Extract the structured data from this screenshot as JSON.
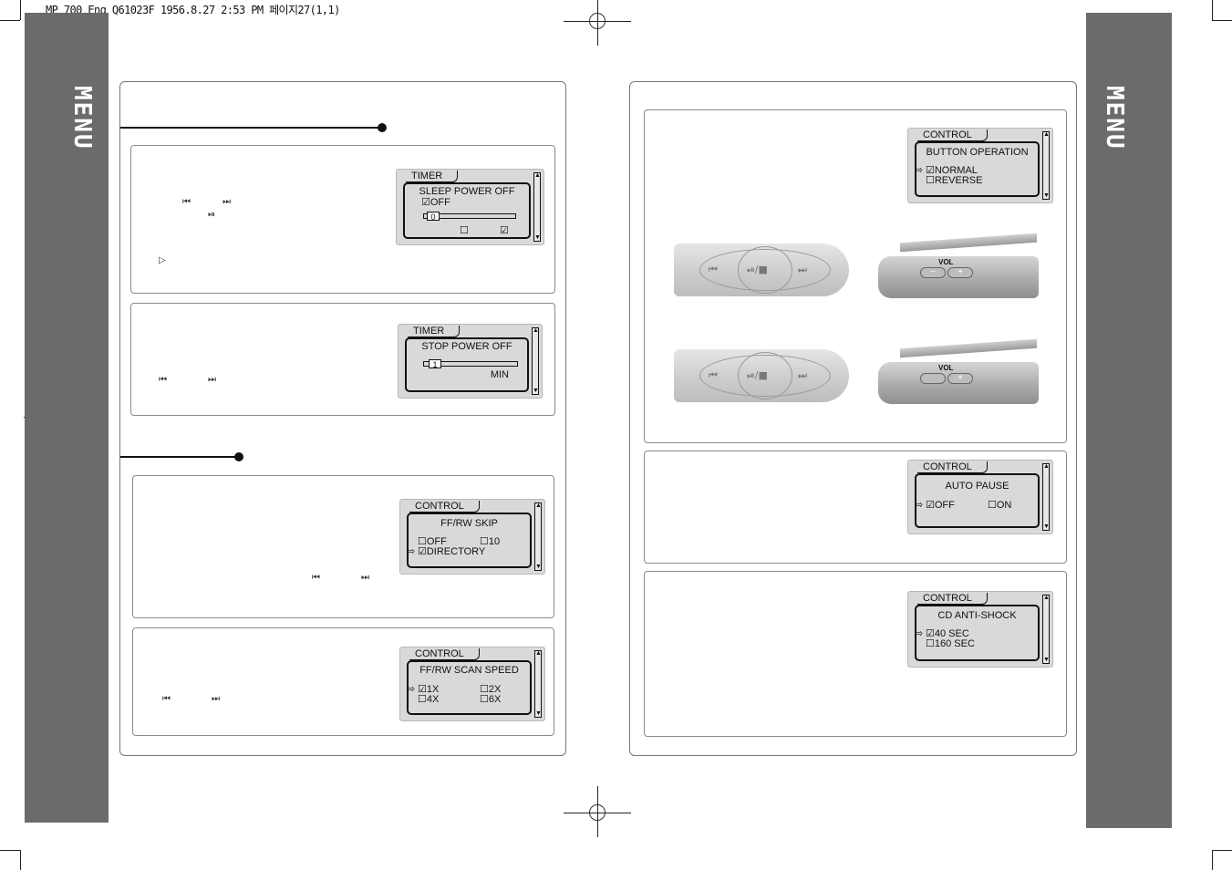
{
  "header": {
    "print_line": "MP 700 Eng Q61023F  1956.8.27 2:53 PM 페이지27(1,1)"
  },
  "sidebar": {
    "left_label": "MENU",
    "right_label": "MENU"
  },
  "icons": {
    "prev": "⏮",
    "next": "⏭",
    "play_pause": "⏯",
    "cursor": "⇨"
  },
  "left_page": {
    "sleep_timer": {
      "tab": "TIMER",
      "title": "SLEEP POWER OFF",
      "option_off": "☑OFF",
      "slider_value": "0",
      "box_a": "☐",
      "box_b": "☑",
      "prev_icon": "⏮",
      "next_icon": "⏭",
      "play_icon": "⏯",
      "bullet_icon": "▷"
    },
    "stop_timer": {
      "tab": "TIMER",
      "title": "STOP POWER OFF",
      "slider_value": "1",
      "unit": "MIN",
      "prev_icon": "⏮",
      "next_icon": "⏭"
    },
    "ffrw_skip": {
      "tab": "CONTROL",
      "title": "FF/RW SKIP",
      "opt_off": "☐OFF",
      "opt_10": "☐10",
      "opt_directory": "☑DIRECTORY",
      "cursor": "⇨",
      "prev_icon": "⏮",
      "next_icon": "⏭"
    },
    "scan_speed": {
      "tab": "CONTROL",
      "title": "FF/RW SCAN SPEED",
      "opt_1x": "☑1X",
      "opt_2x": "☐2X",
      "opt_4x": "☐4X",
      "opt_6x": "☐6X",
      "cursor": "⇨",
      "prev_icon": "⏮",
      "next_icon": "⏭"
    }
  },
  "right_page": {
    "button_operation": {
      "tab": "CONTROL",
      "title": "BUTTON OPERATION",
      "opt_normal": "☑NORMAL",
      "opt_reverse": "☐REVERSE",
      "cursor": "⇨",
      "remote_prev": "⏮",
      "remote_play": "⏯/■",
      "remote_next": "⏭",
      "vol_label": "VOL",
      "vol_minus": "−",
      "vol_plus": "+"
    },
    "auto_pause": {
      "tab": "CONTROL",
      "title": "AUTO  PAUSE",
      "opt_off": "☑OFF",
      "opt_on": "☐ON",
      "cursor": "⇨"
    },
    "cd_antishock": {
      "tab": "CONTROL",
      "title": "CD ANTI-SHOCK",
      "opt_40": "☑40 SEC",
      "opt_160": "☐160 SEC",
      "cursor": "⇨"
    }
  },
  "colors": {
    "sidebar": "#6b6b6b",
    "lcd": "#d9d9d9",
    "frame": "#777777"
  }
}
